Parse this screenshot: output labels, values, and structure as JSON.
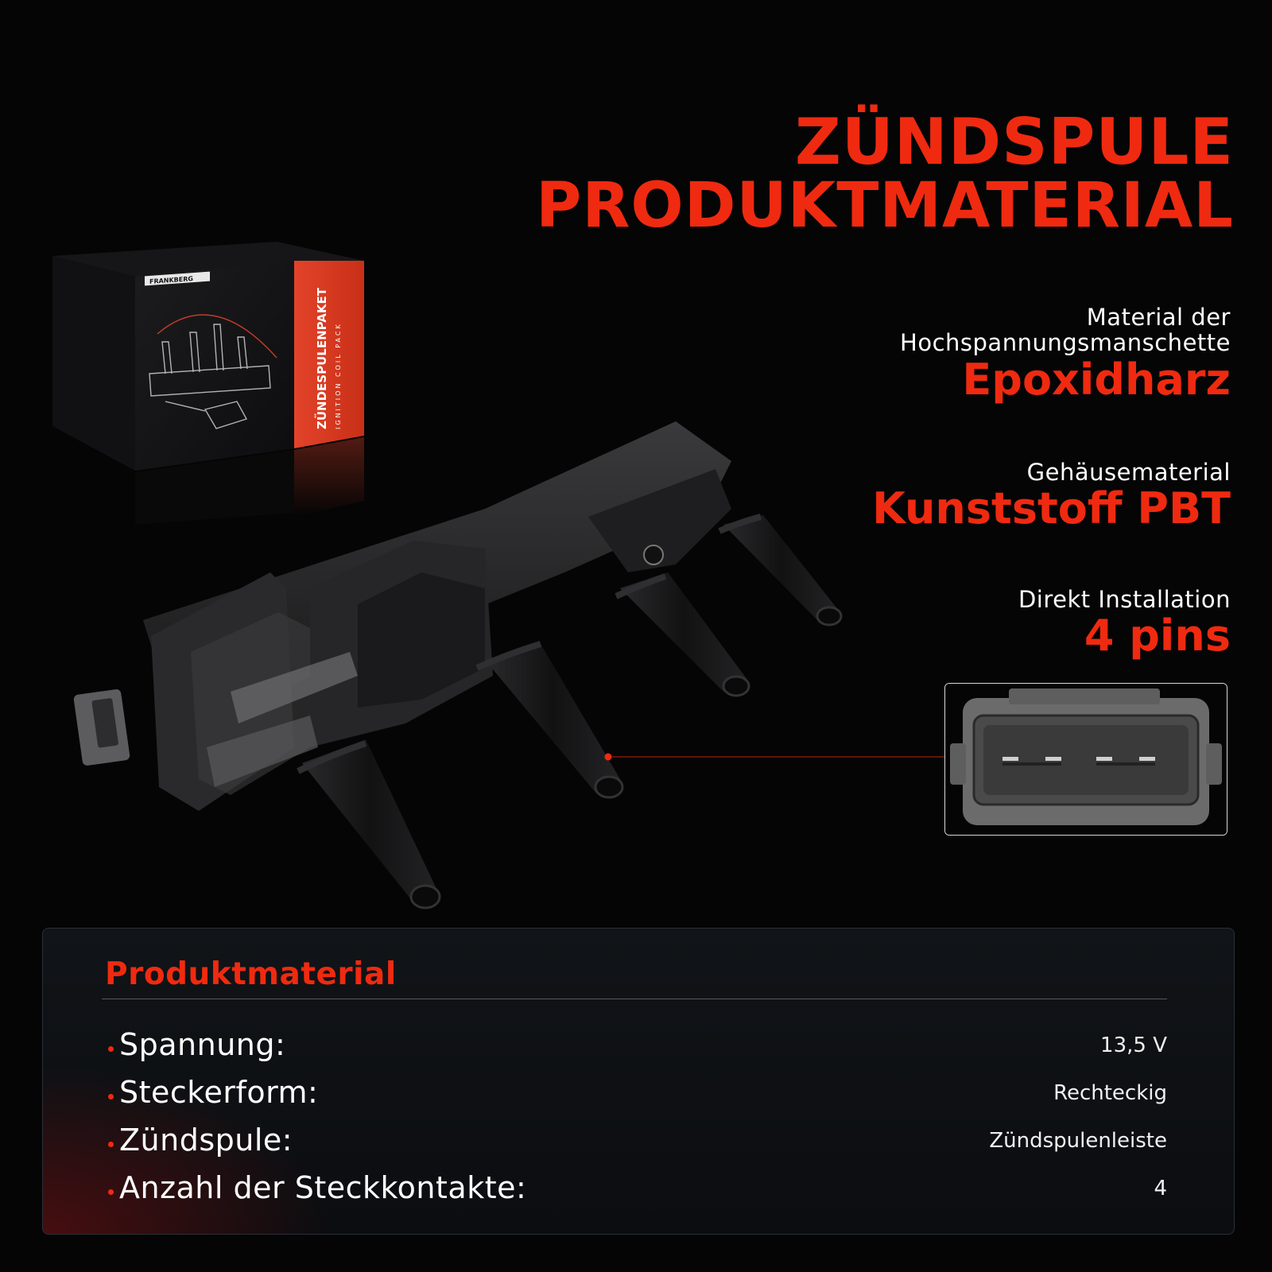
{
  "headline": {
    "line1": "ZÜNDSPULE",
    "line2": "PRODUKTMATERIAL"
  },
  "box": {
    "brand": "FRANKBERG",
    "title": "ZÜNDESPULENPAKET",
    "subtitle": "IGNITION COIL PACK"
  },
  "specs": [
    {
      "label_line1": "Material der",
      "label_line2": "Hochspannungsmanschette",
      "value": "Epoxidharz"
    },
    {
      "label_line1": "Gehäusematerial",
      "value": "Kunststoff PBT"
    },
    {
      "label_line1": "Direkt Installation",
      "value": "4 pins"
    }
  ],
  "panel": {
    "title": "Produktmaterial",
    "rows": [
      {
        "key": "Spannung:",
        "value": "13,5 V"
      },
      {
        "key": "Steckerform:",
        "value": "Rechteckig"
      },
      {
        "key": "Zündspule:",
        "value": "Zündspulenleiste"
      },
      {
        "key": "Anzahl der Steckkontakte:",
        "value": "4"
      }
    ]
  },
  "colors": {
    "accent": "#ef2a10",
    "background": "#050505",
    "panel": "#0f1216"
  }
}
